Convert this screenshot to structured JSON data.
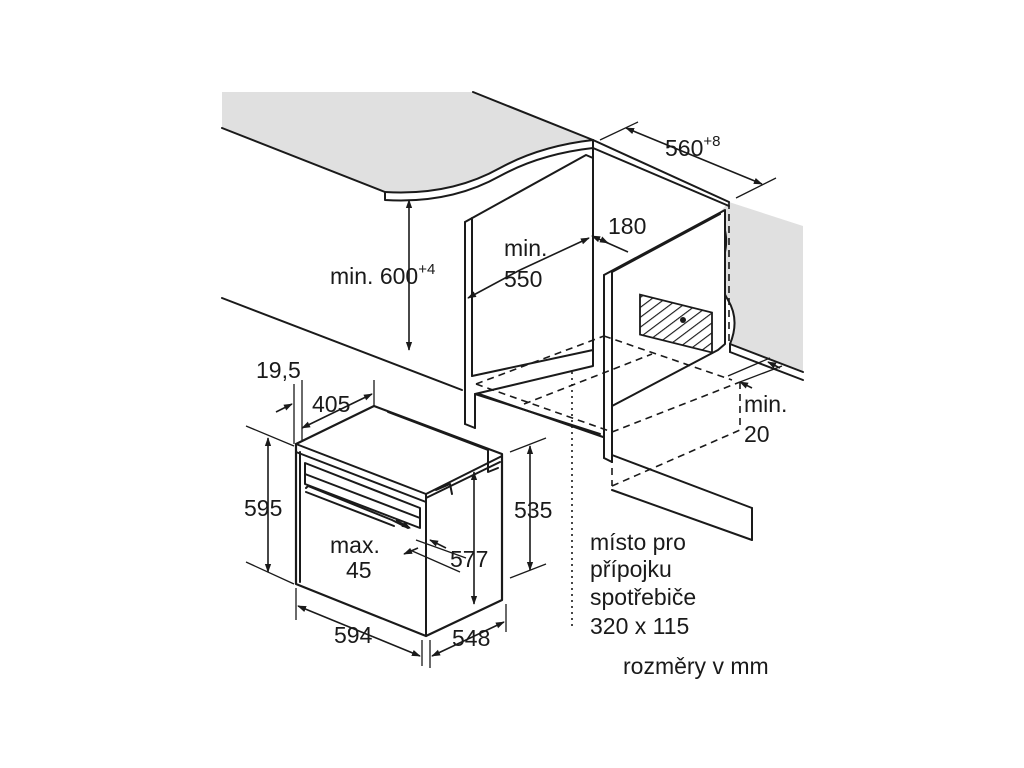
{
  "dimensions": {
    "min_600_base": "min. 600",
    "min_600_sup": "+4",
    "min_550_line1": "min.",
    "min_550_line2": "550",
    "d180": "180",
    "d560_base": "560",
    "d560_sup": "+8",
    "min20_line1": "min.",
    "min20_line2": "20",
    "d19_5": "19,5",
    "d405": "405",
    "d595": "595",
    "max45_line1": "max.",
    "max45_line2": "45",
    "d577": "577",
    "d535": "535",
    "d594": "594",
    "d548": "548"
  },
  "notes": {
    "connection_line1": "místo pro",
    "connection_line2": "přípojku",
    "connection_line3": "spotřebiče",
    "connection_line4": "320 x 115",
    "units": "rozměry v mm"
  }
}
